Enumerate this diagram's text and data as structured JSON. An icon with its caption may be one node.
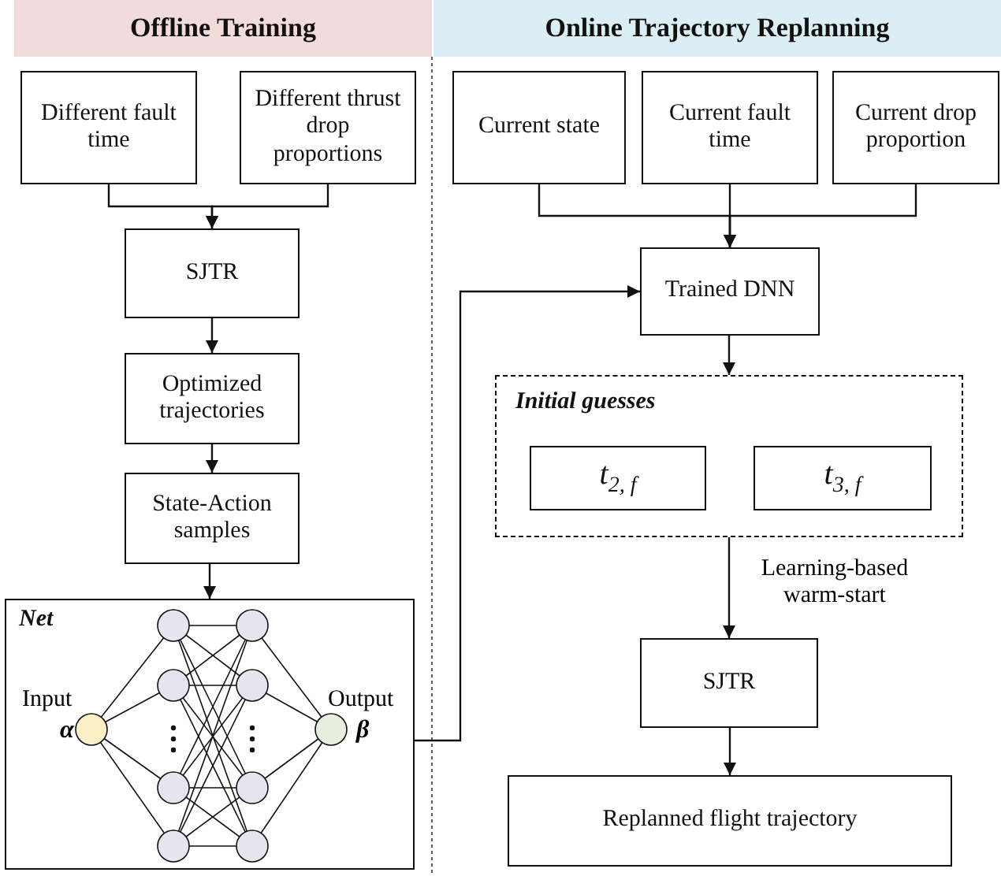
{
  "diagram": {
    "nodes": [
      {
        "text": [
          "Offline Training"
        ]
      },
      {
        "text": [
          "Online Trajectory Replanning"
        ]
      },
      {
        "text": [
          "Different fault time"
        ]
      },
      {
        "text": [
          "Different thrust drop proportions"
        ]
      },
      {
        "text": [
          "SJTR"
        ]
      },
      {
        "text": [
          "Optimized trajectories"
        ]
      },
      {
        "text": [
          "State-Action samples"
        ]
      },
      {
        "text": [
          "Net"
        ]
      },
      {
        "text": [
          "Current state"
        ]
      },
      {
        "text": [
          "Current fault time"
        ]
      },
      {
        "text": [
          "Current drop proportion"
        ]
      },
      {
        "text": [
          "Trained DNN"
        ]
      },
      {
        "text": [
          "Initial guesses"
        ]
      },
      {
        "text": [
          "*t*$_{2, f}$"
        ],
        "in": 12
      },
      {
        "text": [
          "*t*$_{3, f}$"
        ],
        "in": 12
      },
      {
        "text": [
          "SJTR"
        ]
      },
      {
        "text": [
          "Replanned flight trajectory"
        ]
      }
    ],
    "edges": [
      {
        "from": 2,
        "to": 4,
        "arrow": "to"
      },
      {
        "from": 3,
        "to": 4,
        "arrow": "to"
      },
      {
        "from": 4,
        "to": 5,
        "arrow": "to"
      },
      {
        "from": 5,
        "to": 6,
        "arrow": "to"
      },
      {
        "from": 6,
        "to": 7,
        "arrow": "to"
      },
      {
        "from": 7,
        "to": 11,
        "arrow": "to"
      },
      {
        "from": 8,
        "to": 11,
        "arrow": "to"
      },
      {
        "from": 9,
        "to": 11,
        "arrow": "to"
      },
      {
        "from": 10,
        "to": 11,
        "arrow": "to"
      },
      {
        "from": 11,
        "to": 12,
        "arrow": "to"
      },
      {
        "from": 12,
        "to": 15,
        "label": "Learning-based warm-start",
        "arrow": "to"
      },
      {
        "from": 15,
        "to": 16,
        "arrow": "to"
      }
    ],
    "labels": [
      "Input",
      "α",
      "Output",
      "β"
    ]
  }
}
